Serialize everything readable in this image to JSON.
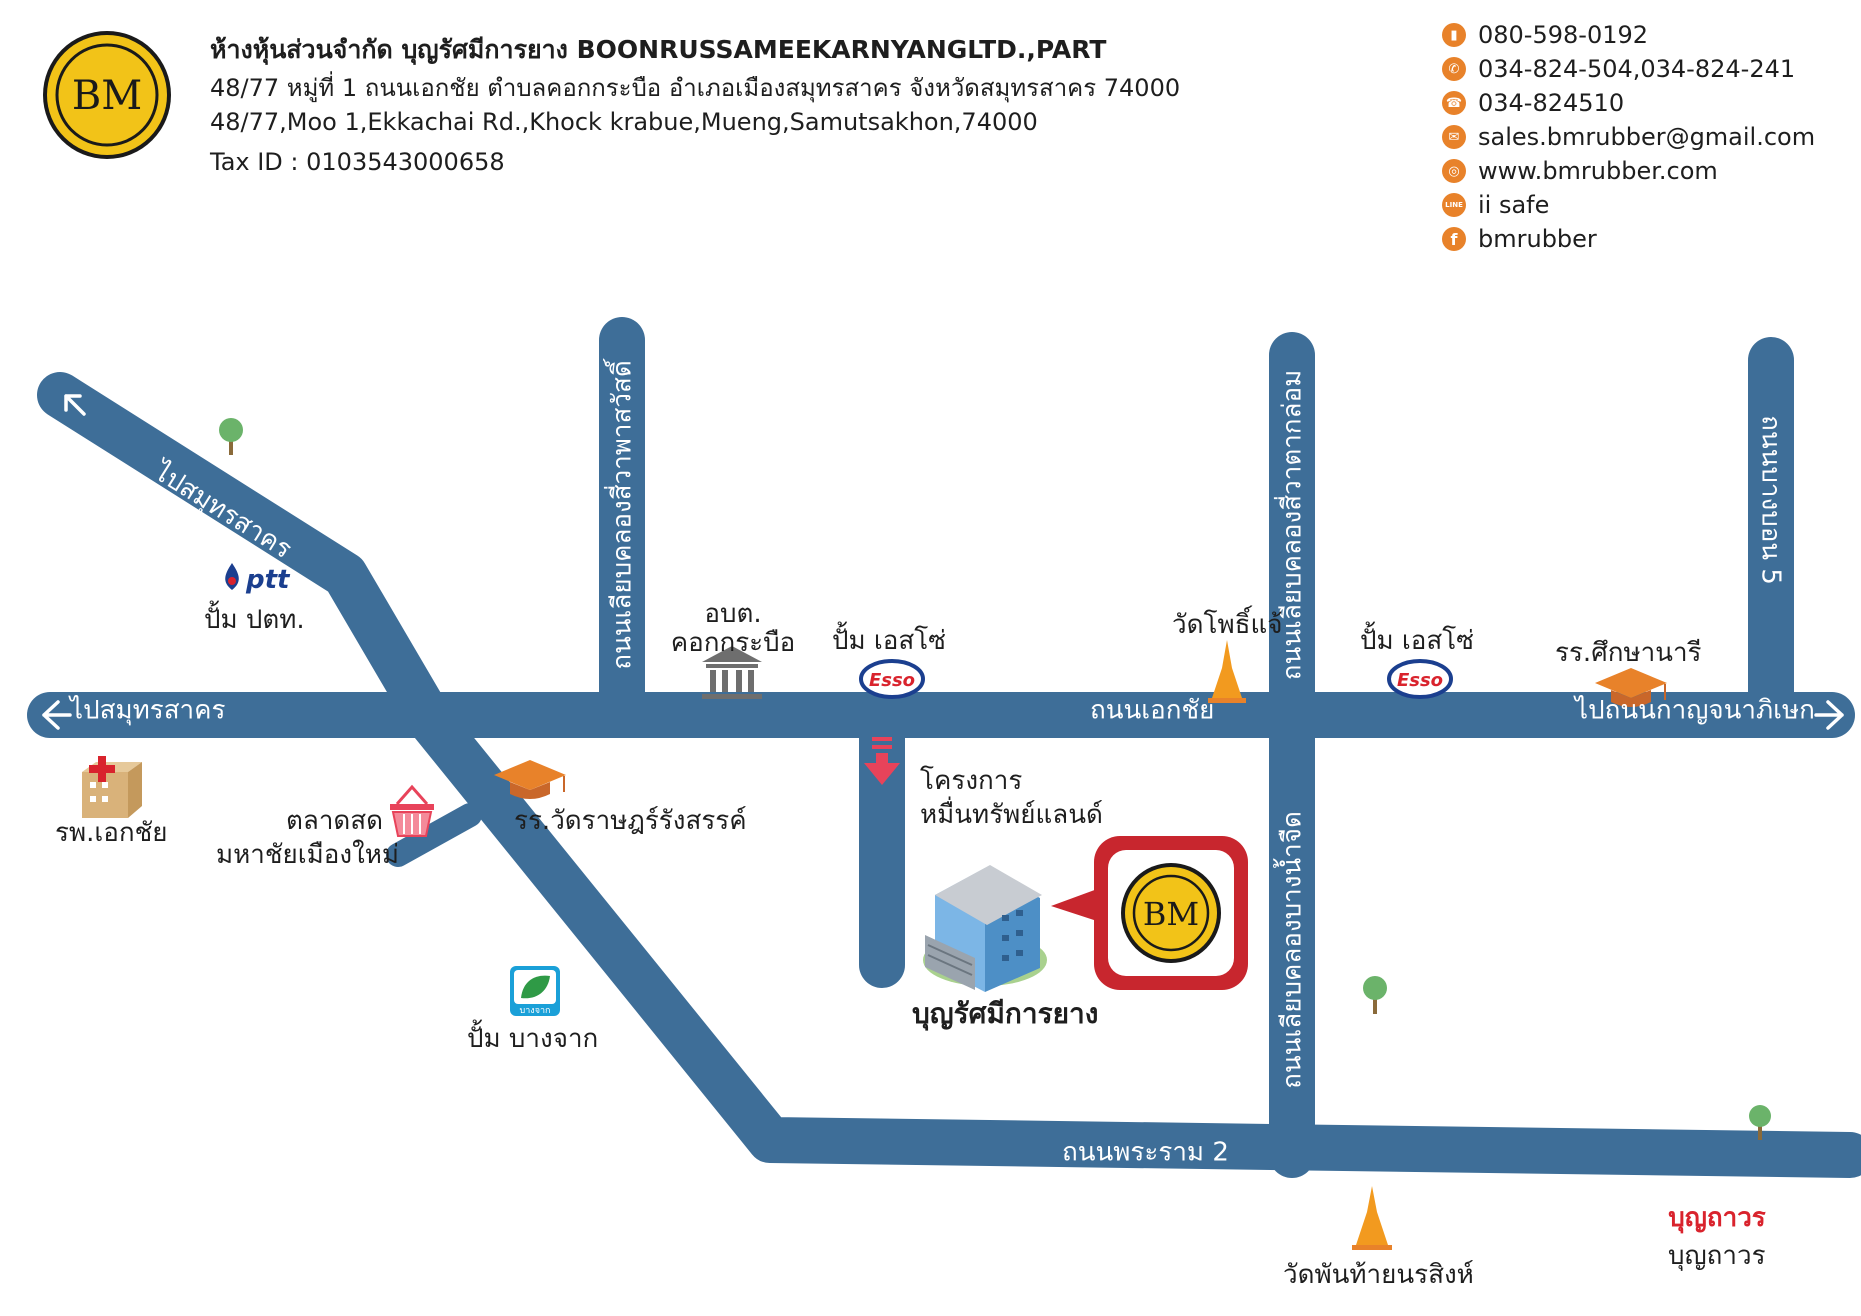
{
  "header": {
    "logo_text": "BM",
    "company_name": "ห้างหุ้นส่วนจำกัด บุญรัศมีการยาง BOONRUSSAMEEKARNYANGLTD.,PART",
    "address_th": "48/77 หมู่ที่ 1 ถนนเอกชัย ตำบลคอกกระบือ อำเภอเมืองสมุทรสาคร จังหวัดสมุทรสาคร 74000",
    "address_en": "48/77,Moo 1,Ekkachai Rd.,Khock krabue,Mueng,Samutsakhon,74000",
    "tax_id": "Tax ID : 0103543000658"
  },
  "contacts": [
    {
      "icon": "mobile-icon",
      "glyph": "▮",
      "text": "080-598-0192"
    },
    {
      "icon": "phone-icon",
      "glyph": "✆",
      "text": "034-824-504,034-824-241"
    },
    {
      "icon": "fax-icon",
      "glyph": "☎",
      "text": "034-824510"
    },
    {
      "icon": "email-icon",
      "glyph": "✉",
      "text": "sales.bmrubber@gmail.com"
    },
    {
      "icon": "web-icon",
      "glyph": "◎",
      "text": "www.bmrubber.com"
    },
    {
      "icon": "line-icon",
      "glyph": "LINE",
      "text": "ii safe"
    },
    {
      "icon": "facebook-icon",
      "glyph": "f",
      "text": "bmrubber"
    }
  ],
  "roads": {
    "diagonal_to_samutsakhon": "ไปสมุทรสาคร",
    "left_to_samutsakhon": "ไปสมุทรสาคร",
    "ekkachai": "ถนนเอกชัย",
    "to_kanchanaphisek": "ไปถนนกาญจนาภิเษก",
    "rama2": "ถนนพระราม 2",
    "khlong_si_wa_phasawat": "ถนนเลียบคลองสี่วาพาสวัสดิ์",
    "khlong_si_wa_tak_lom": "ถนนเลียบคลองสี่วาตากล่อม",
    "khlong_bang_nam_chuet": "ถนนเลียบคลองบางน้ำจืด",
    "bang_bon_5": "ถนนบางบอน 5"
  },
  "landmarks": {
    "ptt_logo": "ptt",
    "ptt": "ปั้ม ปตท.",
    "obt_line1": "อบต.",
    "obt_line2": "คอกกระบือ",
    "esso_logo": "Esso",
    "esso_1": "ปั้ม เอสโซ่",
    "esso_2": "ปั้ม เอสโซ่",
    "wat_pho_chae": "วัดโพธิ์แจ้",
    "ror_ror_suksanari": "รร.ศึกษานารี",
    "hospital": "รพ.เอกชัย",
    "market_line1": "ตลาดสด",
    "market_line2": "มหาชัยเมืองใหม่",
    "school_wat_rat": "รร.วัดราษฎร์รังสรรค์",
    "project_line1": "โครงการ",
    "project_line2": "หมื่นทรัพย์แลนด์",
    "company": "บุญรัศมีการยาง",
    "bangchak_logo": "บางจาก",
    "bangchak": "ปั้ม บางจาก",
    "wat_phan_thai": "วัดพันท้ายนรสิงห์",
    "boonthavorn_logo": "บุญถาวร",
    "boonthavorn": "บุญถาวร",
    "callout_logo": "BM"
  },
  "colors": {
    "road": "#3e6e98",
    "accent_orange": "#e8822a",
    "callout_red": "#c8262e",
    "logo_yellow": "#f2c318",
    "esso_blue": "#1b3f8f",
    "esso_red": "#d9232d",
    "tree_green": "#6bb36a",
    "pin_pink": "#e8435a"
  }
}
